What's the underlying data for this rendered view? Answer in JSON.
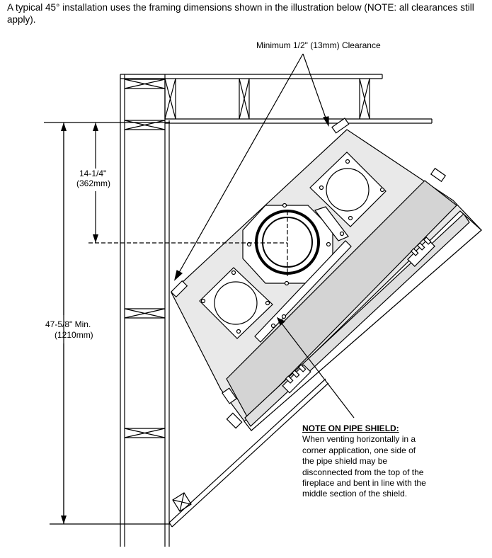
{
  "intro_text": "A typical 45° installation uses the framing dimensions shown in the illustration below (NOTE: all clearances still apply).",
  "labels": {
    "clearance": "Minimum 1/2\" (13mm) Clearance",
    "dim_top_imperial": "14-1/4\"",
    "dim_top_metric": "(362mm)",
    "dim_bottom_imperial": "47-5/8\" Min.",
    "dim_bottom_metric": "(1210mm)"
  },
  "note": {
    "title": "NOTE ON PIPE SHIELD:",
    "lines": [
      "When venting horizontally in a",
      "corner application, one side of",
      "the pipe shield may be",
      "disconnected from the top of the",
      "fireplace and bent  in line with the",
      "middle section of the shield."
    ]
  },
  "colors": {
    "line": "#000000",
    "appliance_fill": "#e9e9e9",
    "panel_fill": "#d4d4d4",
    "wall_fill": "#ffffff"
  }
}
